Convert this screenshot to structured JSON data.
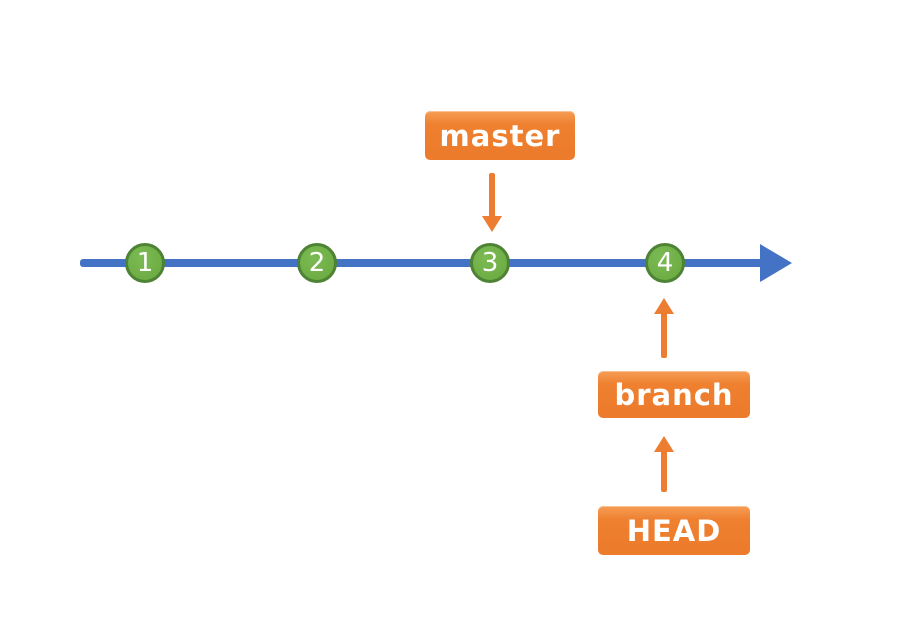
{
  "diagram": {
    "type": "git-commit-timeline",
    "background": "#ffffff"
  },
  "timeline": {
    "color": "#4472c4",
    "node_fill": "#6cae45",
    "node_border": "#4e8234",
    "commits": [
      {
        "label": "1"
      },
      {
        "label": "2"
      },
      {
        "label": "3"
      },
      {
        "label": "4"
      }
    ]
  },
  "tags": {
    "master": {
      "label": "master",
      "points_to": "commit 3",
      "direction": "down"
    },
    "branch": {
      "label": "branch",
      "points_to": "commit 4",
      "direction": "up"
    },
    "head": {
      "label": "HEAD",
      "points_to": "branch",
      "direction": "up"
    }
  },
  "accent": {
    "orange": "#ed7d31",
    "white_text": "#ffffff"
  }
}
